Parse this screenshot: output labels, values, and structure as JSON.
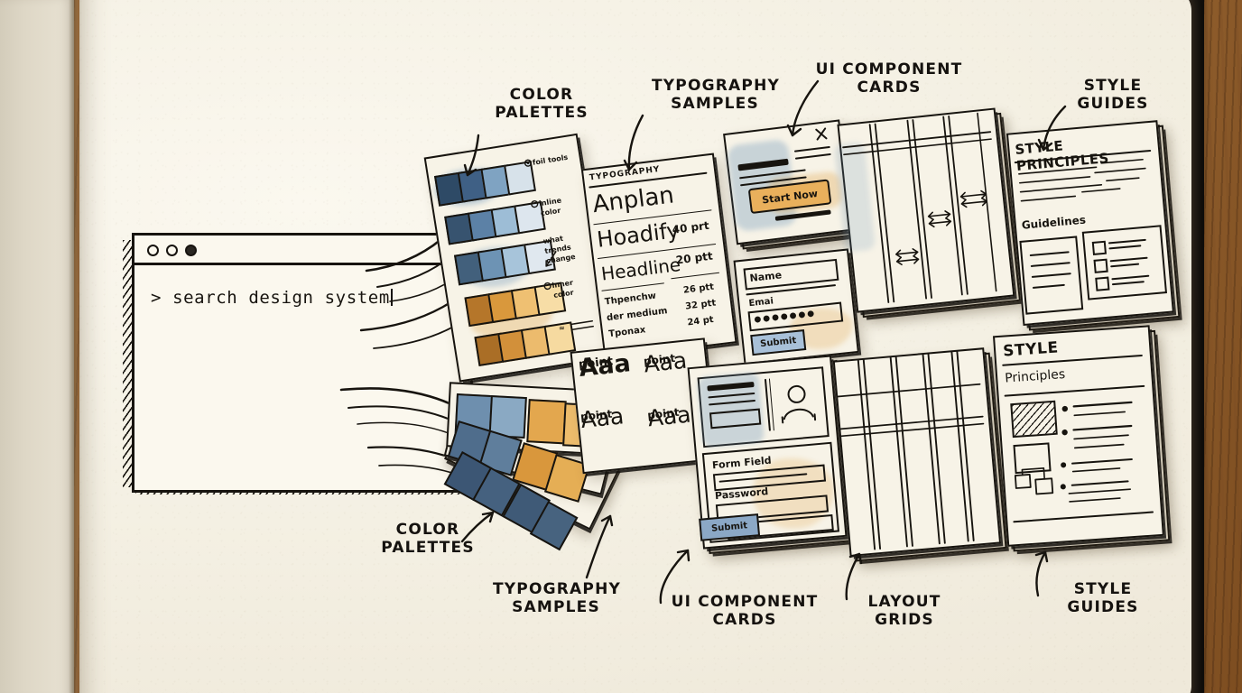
{
  "scene": {
    "medium": "hand-drawn ink and watercolor sketch in an open notebook on a wooden desk",
    "title_prompt": "> search design system"
  },
  "browser": {
    "name": "browser-window",
    "prompt_text": "> search design system",
    "dots": [
      "traffic-light-dot-1",
      "traffic-light-dot-2",
      "traffic-light-dot-3"
    ]
  },
  "annotations": [
    {
      "id": "ann-color-palettes-top",
      "text": "COLOR\nPALETTES"
    },
    {
      "id": "ann-typography-top",
      "text": "TYPOGRAPHY\nSAMPLES"
    },
    {
      "id": "ann-ui-cards-top",
      "text": "UI COMPONENT\nCARDS"
    },
    {
      "id": "ann-style-guides-top",
      "text": "STYLE\nGUIDES"
    },
    {
      "id": "ann-color-palettes-bottom",
      "text": "COLOR\nPALETTES"
    },
    {
      "id": "ann-typography-bottom",
      "text": "TYPOGRAPHY\nSAMPLES"
    },
    {
      "id": "ann-ui-cards-bottom",
      "text": "UI COMPONENT\nCARDS"
    },
    {
      "id": "ann-layout-grids-bottom",
      "text": "LAYOUT\nGRIDS"
    },
    {
      "id": "ann-style-guides-bottom",
      "text": "STYLE\nGUIDES"
    }
  ],
  "color_palette_card": {
    "name": "color-palette-card",
    "notes": [
      "foil tools",
      "inline color",
      "what trends change",
      "inner color",
      "≈"
    ],
    "rows": [
      {
        "label": "palette-row-1",
        "swatches": [
          "#2e4a66",
          "#3f6085",
          "#7fa3c2",
          "#d7e2ea"
        ]
      },
      {
        "label": "palette-row-2",
        "swatches": [
          "#37536f",
          "#5c81a6",
          "#9dbdd6",
          "#dde6ee"
        ]
      },
      {
        "label": "palette-row-3",
        "swatches": [
          "#42607c",
          "#6d93b4",
          "#a7c4da",
          "#e0e8ef"
        ]
      },
      {
        "label": "palette-row-4",
        "swatches": [
          "#b5762a",
          "#d9983c",
          "#efc072",
          "#f7dda6"
        ]
      },
      {
        "label": "palette-row-5",
        "swatches": [
          "#aa6e26",
          "#d2903a",
          "#ecbb6d",
          "#f6daa0"
        ]
      }
    ]
  },
  "palette_fan": {
    "name": "color-palette-fan",
    "swatches_top": [
      "#6e8fae",
      "#8aa9c3",
      "#e3a74e",
      "#edbc6c"
    ],
    "swatches_mid": [
      "#4f6d8c",
      "#5f7e9c",
      "#d9973c",
      "#e5ae55"
    ],
    "swatches_bottom": [
      "#3c5674",
      "#45617f",
      "#3f5a77",
      "#47637f"
    ]
  },
  "typography_card": {
    "name": "typography-samples-card",
    "header": "TYPOGRAPHY",
    "rows": [
      {
        "sample": "Anplan",
        "size": ""
      },
      {
        "sample": "Hoadify",
        "size": "40 prt"
      },
      {
        "sample": "Headline",
        "size": "20 ptt"
      }
    ],
    "small_rows": [
      {
        "sample": "Thpenchw",
        "size": "26 ptt"
      },
      {
        "sample": "der medium",
        "size": "32 ptt"
      },
      {
        "sample": "Tponax",
        "size": "24 pt"
      }
    ]
  },
  "typography_grid_card": {
    "name": "typography-grid-card",
    "cells": [
      {
        "sample": "Aaa",
        "caption": "point"
      },
      {
        "sample": "Aaa",
        "caption": "point"
      },
      {
        "sample": "Aaa",
        "caption": "point"
      },
      {
        "sample": "Aaa",
        "caption": "point"
      }
    ]
  },
  "hero_card": {
    "name": "ui-component-card-hero",
    "close_icon": "close-x-icon",
    "cta_label": "Start Now",
    "cta_color": "#e9b05c"
  },
  "form_card_top": {
    "name": "ui-component-card-form-top",
    "fields": [
      {
        "label": "Name",
        "value": ""
      },
      {
        "label": "Emai",
        "value": "●●●●●●●"
      }
    ],
    "submit_label": "Submit",
    "submit_color": "#a8c0d8"
  },
  "form_card_bottom": {
    "name": "ui-component-card-form-bottom",
    "avatar_icon": "person-avatar-icon",
    "fields": [
      {
        "label": "Form Field",
        "value": ""
      },
      {
        "label": "Password",
        "value": ""
      }
    ],
    "submit_label": "Submit",
    "submit_color": "#8ba8c6"
  },
  "layout_grid_top": {
    "name": "layout-grid-card-top",
    "columns": 4,
    "measure_arrows": 3
  },
  "layout_grid_bottom": {
    "name": "layout-grid-card-bottom",
    "columns": 5,
    "rows": 3
  },
  "style_guide_top": {
    "name": "style-guide-card-top",
    "title": "STYLE PRINCIPLES",
    "subtitle": "Guidelines",
    "checklist_items": 3
  },
  "style_guide_bottom": {
    "name": "style-guide-card-bottom",
    "title": "STYLE",
    "subtitle": "Principles",
    "bullet_items": 4
  },
  "colors": {
    "paper": "#f4f0e3",
    "ink": "#17140f",
    "wood": "#8a5526",
    "blue": "#6e96ba",
    "amber": "#e0a44a"
  }
}
